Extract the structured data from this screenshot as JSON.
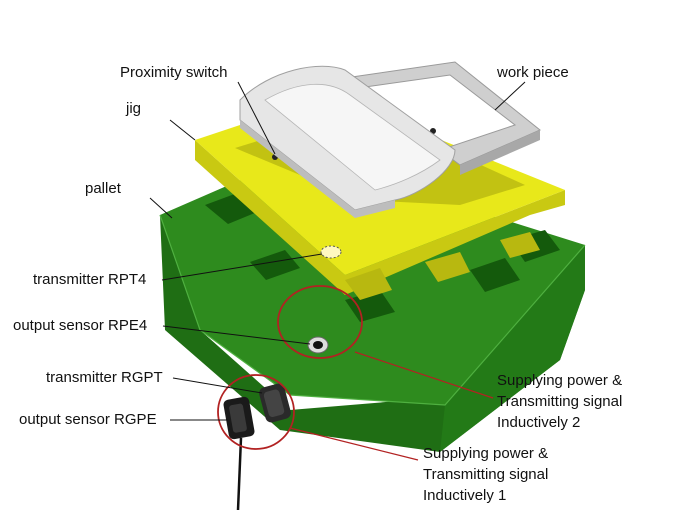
{
  "labels": {
    "proximity_switch": "Proximity switch",
    "work_piece": "work piece",
    "jig": "jig",
    "pallet": "pallet",
    "transmitter_rpt4": "transmitter RPT4",
    "output_sensor_rpe4": "output sensor RPE4",
    "transmitter_rgpt": "transmitter RGPT",
    "output_sensor_rgpe": "output sensor RGPE"
  },
  "notes": {
    "inductive_2": [
      "Supplying power &",
      "Transmitting signal",
      "Inductively 2"
    ],
    "inductive_1": [
      "Supplying power &",
      "Transmitting signal",
      "Inductively 1"
    ]
  },
  "colors": {
    "pallet_top": "#2e8b1e",
    "pallet_side": "#1f6e14",
    "jig_top": "#e8e81a",
    "jig_side": "#c9c912",
    "work_piece": "#e6e6e6",
    "frame": "#cfcfcf",
    "highlight_circle": "#b22222"
  }
}
